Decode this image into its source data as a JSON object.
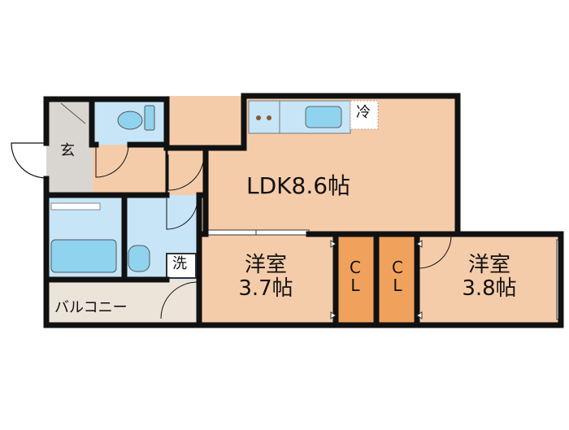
{
  "plan": {
    "colors": {
      "wall": "#111111",
      "wood_floor": "#f5ccaa",
      "tile_floor": "#d9d6d2",
      "wet_area": "#c7e5f7",
      "fixture": "#8fd3ee",
      "closet": "#f0a25d",
      "balcony": "#ece3d9"
    },
    "rooms": {
      "ldk": "LDK8.6帖",
      "western1_name": "洋室",
      "western1_size": "3.7帖",
      "western2_name": "洋室",
      "western2_size": "3.8帖",
      "entrance": "玄",
      "washer": "洗",
      "fridge": "冷",
      "balcony": "バルコニー",
      "closet1_c": "C",
      "closet1_l": "L",
      "closet2_c": "C",
      "closet2_l": "L"
    }
  }
}
